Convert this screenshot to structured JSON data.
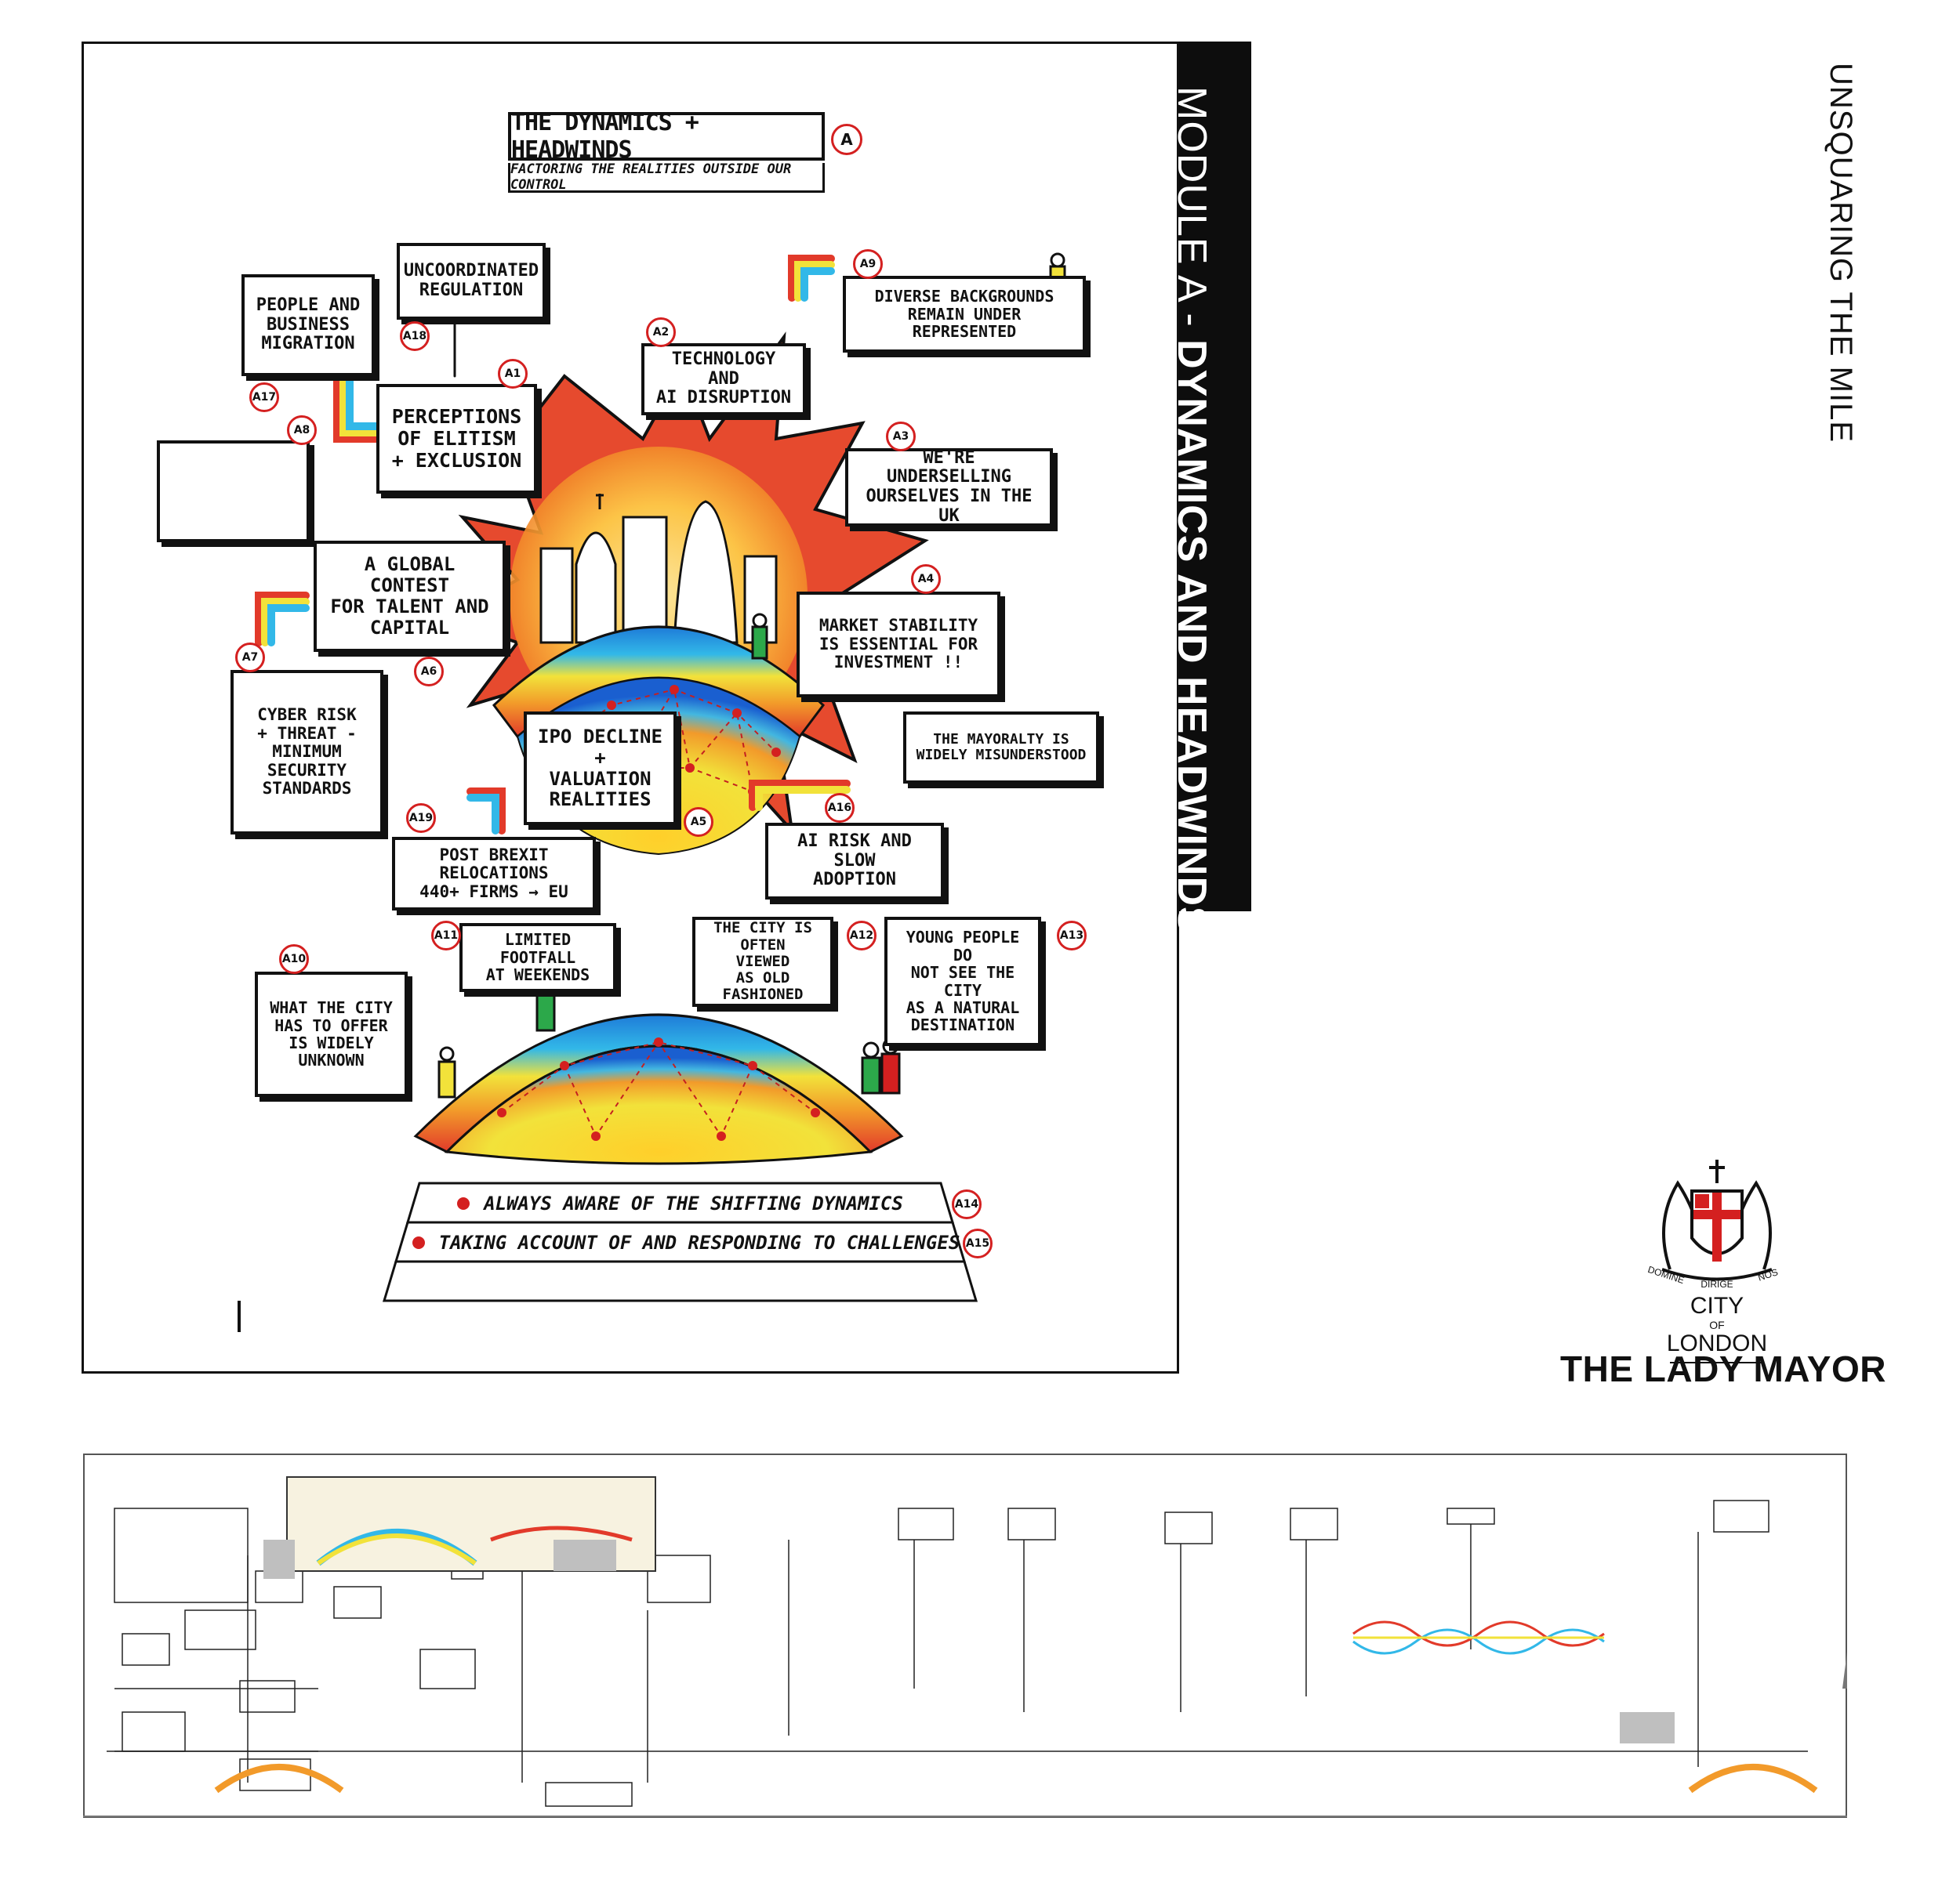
{
  "side_title": "UNSQUARING THE MILE",
  "module": {
    "prefix": "MODULE A - ",
    "title": "DYNAMICS AND HEADWINDS"
  },
  "header": {
    "title": "THE DYNAMICS + HEADWINDS",
    "subtitle": "FACTORING THE REALITIES OUTSIDE OUR CONTROL",
    "tag": "A"
  },
  "nodes": [
    {
      "tag": "A17",
      "text": "PEOPLE AND\nBUSINESS\nMIGRATION"
    },
    {
      "tag": "A18",
      "text": "UNCOORDINATED\nREGULATION"
    },
    {
      "tag": "A1",
      "text": "PERCEPTIONS\nof ELITISM\n+ EXCLUSION"
    },
    {
      "tag": "A2",
      "text": "TECHNOLOGY AND\nAI DISRUPTION"
    },
    {
      "tag": "A9",
      "text": "DIVERSE BACKGROUNDS\nREMAIN UNDER REPRESENTED"
    },
    {
      "tag": "A3",
      "text": "WE'RE UNDERSELLING\nOURSELVES IN THE UK"
    },
    {
      "tag": "A8",
      "text": ""
    },
    {
      "tag": "A6",
      "text": "A GLOBAL CONTEST\nfor TALENT AND\nCAPITAL"
    },
    {
      "tag": "A4",
      "text": "MARKET STABILITY\nIS ESSENTIAL for\nINVESTMENT !!"
    },
    {
      "tag": "A7",
      "text": "CYBER RISK\n+ THREAT -\nMINIMUM\nSECURITY\nSTANDARDS"
    },
    {
      "tag": "A5",
      "text": "IPO DECLINE +\nVALUATION\nREALITIES"
    },
    {
      "tag": "",
      "text": "THE MAYORALTY IS\nWIDELY MISUNDERSTOOD"
    },
    {
      "tag": "A19",
      "text": "POST BREXIT RELOCATIONS\n440+ FIRMS → EU"
    },
    {
      "tag": "A16",
      "text": "AI RISK AND SLOW\nADOPTION"
    },
    {
      "tag": "A11",
      "text": "LIMITED FOOTFALL\nAT WEEKENDS"
    },
    {
      "tag": "A12",
      "text": "THE CITY IS OFTEN\nVIEWED\nAS OLD FASHIONED"
    },
    {
      "tag": "A13",
      "text": "YOUNG PEOPLE DO\nNOT SEE THE CITY\nAS A NATURAL\nDESTINATION"
    },
    {
      "tag": "A10",
      "text": "WHAT THE CITY\nHAS TO OFFER\nIS WIDELY\nUNKNOWN"
    }
  ],
  "banners": [
    {
      "tag": "A14",
      "text": "ALWAYS AWARE of THE SHIFTING DYNAMICS"
    },
    {
      "tag": "A15",
      "text": "TAKING ACCOUNT of AND RESPONDING to CHALLENGES"
    }
  ],
  "logo": {
    "motto_left": "DOMINE",
    "motto_mid": "DIRIGE",
    "motto_right": "NOS",
    "city": "CITY",
    "of": "OF",
    "london": "LONDON"
  },
  "lady_mayor": "THE LADY MAYOR",
  "colors": {
    "border": "#111111",
    "tag_ring": "#d42020",
    "module_bar": "#0d0d0d",
    "burst": "#e64a2e"
  }
}
